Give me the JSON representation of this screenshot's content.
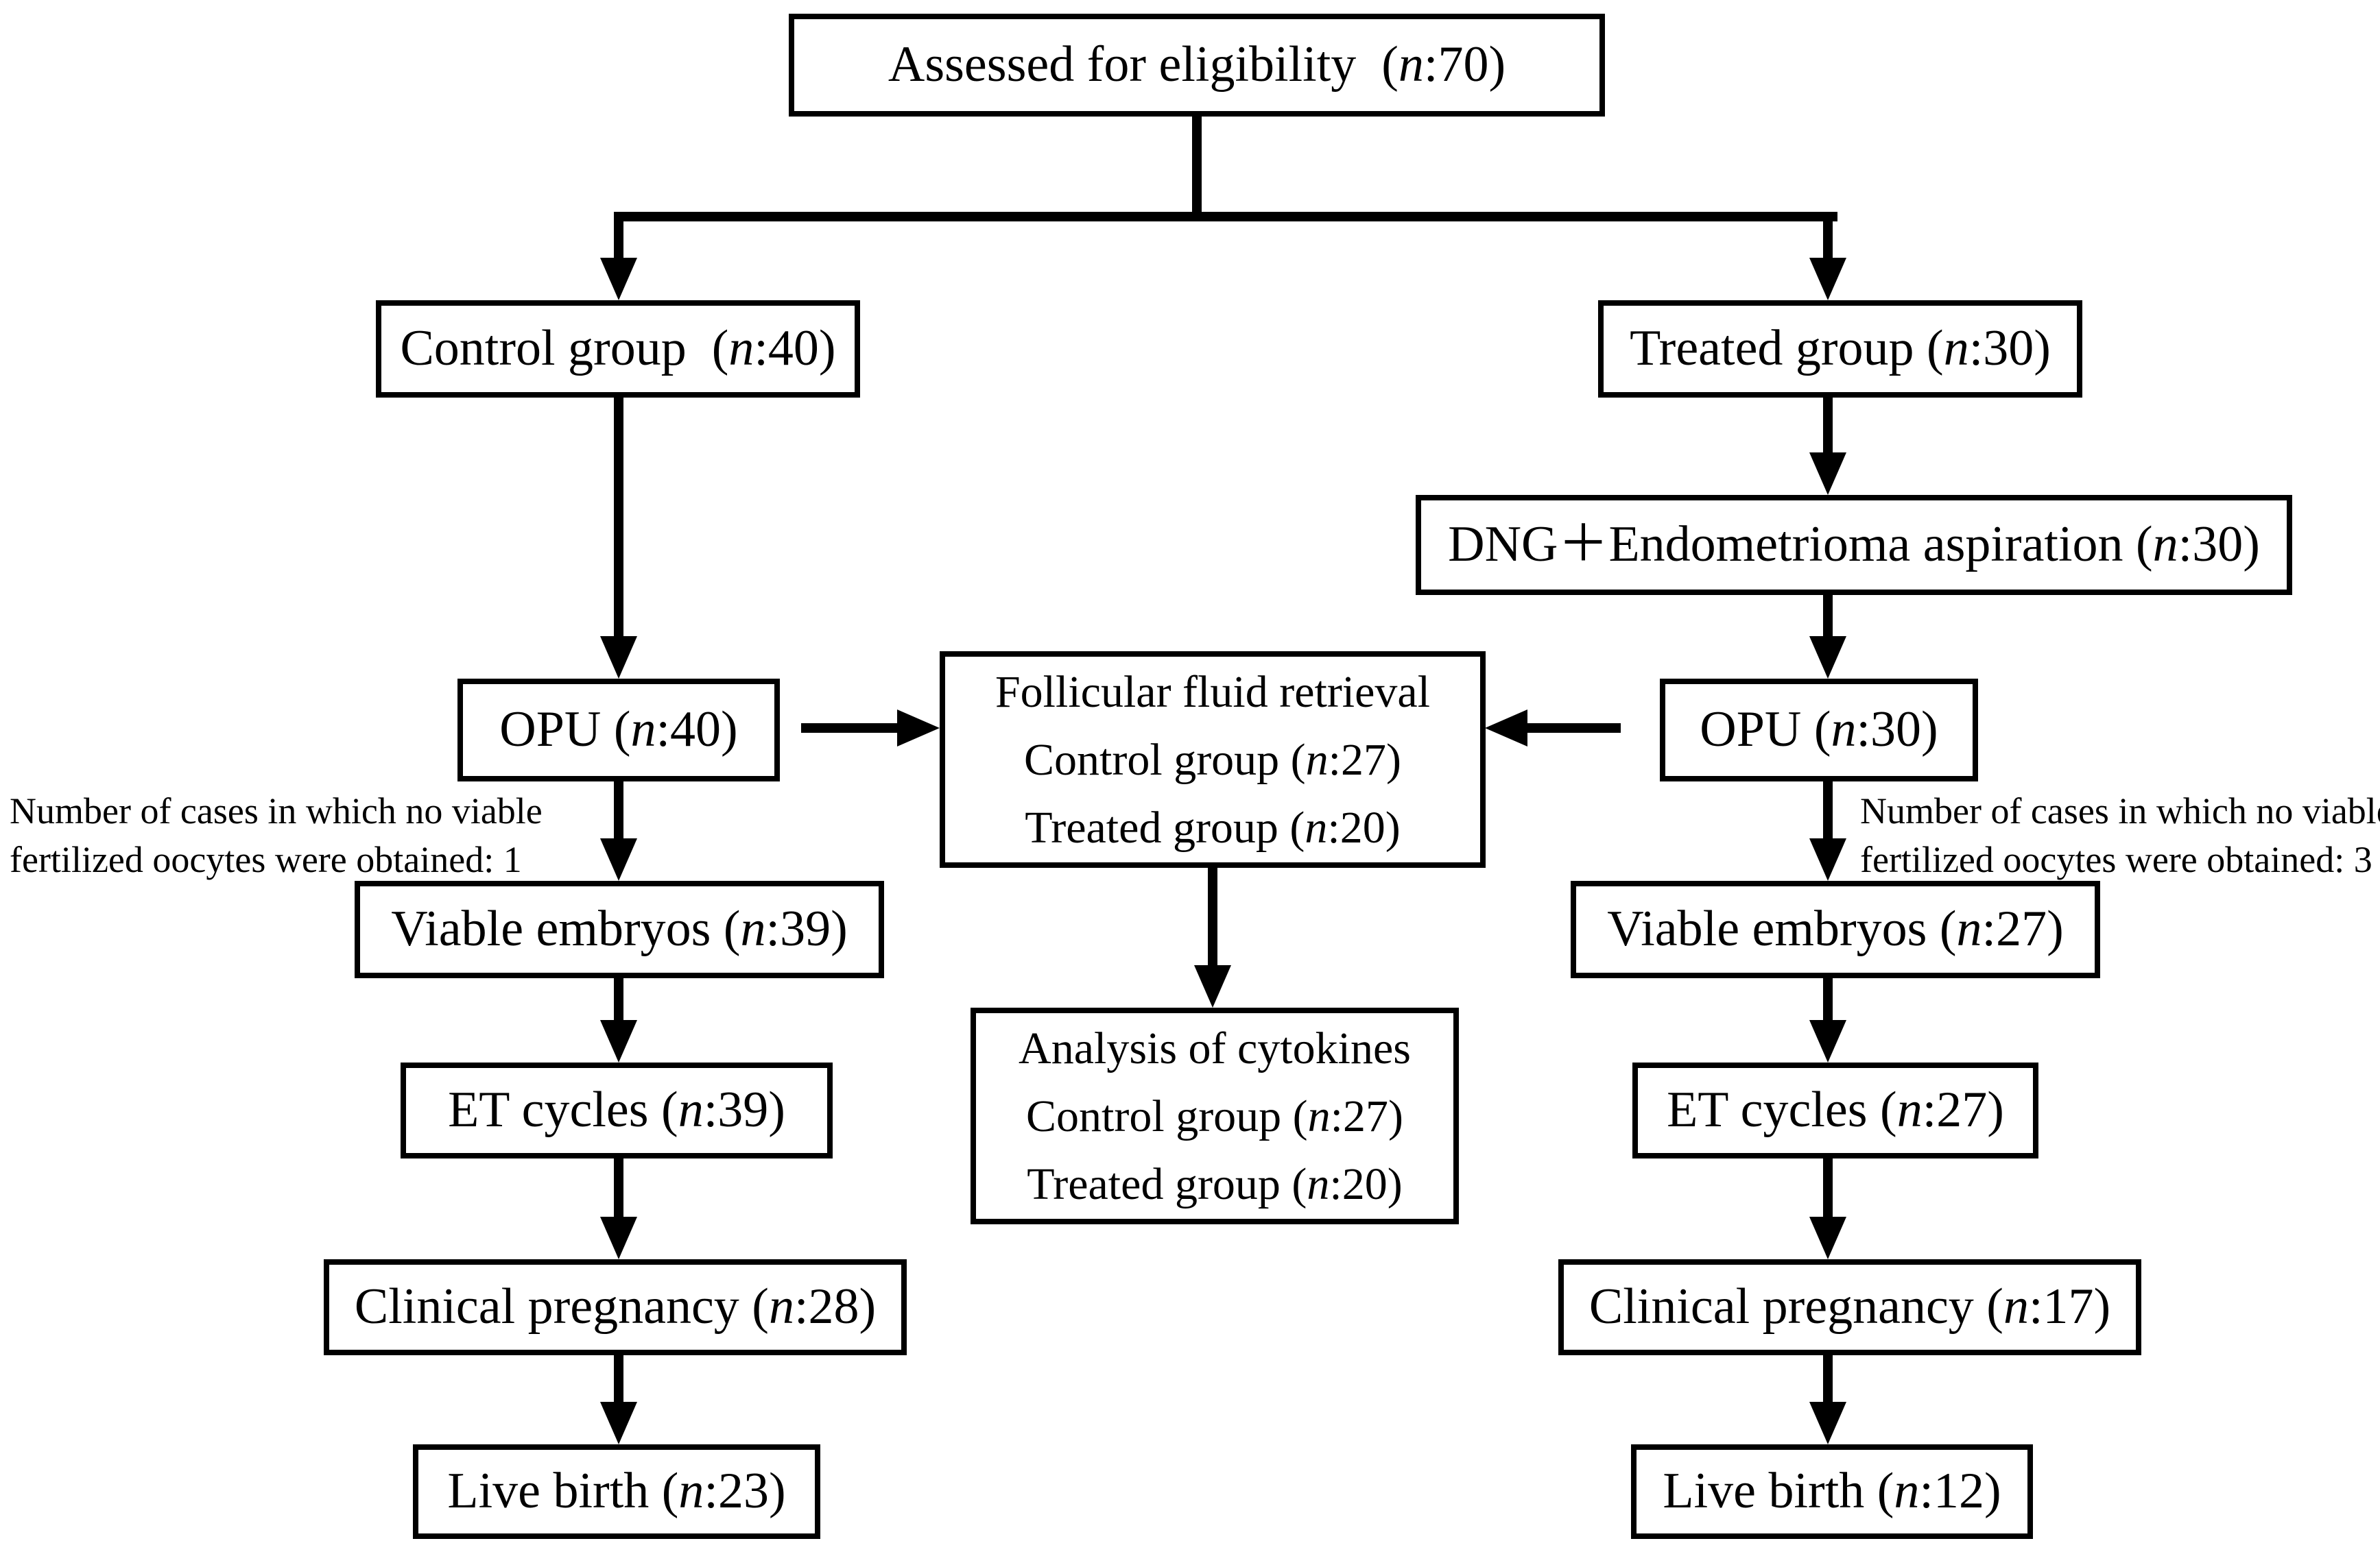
{
  "boxes": {
    "assessed": {
      "label": "Assessed for eligibility  (n:70)"
    },
    "control": {
      "label": "Control group  (n:40)"
    },
    "treated": {
      "label": "Treated group (n:30)"
    },
    "dng": {
      "label": "DNG＋Endometrioma aspiration (n:30)"
    },
    "opu_left": {
      "label": "OPU (n:40)"
    },
    "opu_right": {
      "label": "OPU (n:30)"
    },
    "follicular": {
      "lines": [
        "Follicular fluid retrieval",
        "Control group (n:27)",
        "Treated group (n:20)"
      ]
    },
    "analysis": {
      "lines": [
        "Analysis of cytokines",
        "Control group (n:27)",
        "Treated group (n:20)"
      ]
    },
    "viable_left": {
      "label": "Viable embryos (n:39)"
    },
    "viable_right": {
      "label": "Viable embryos (n:27)"
    },
    "et_left": {
      "label": "ET cycles (n:39)"
    },
    "et_right": {
      "label": "ET cycles (n:27)"
    },
    "clinical_left": {
      "label": "Clinical pregnancy (n:28)"
    },
    "clinical_right": {
      "label": "Clinical pregnancy (n:17)"
    },
    "live_left": {
      "label": "Live birth (n:23)"
    },
    "live_right": {
      "label": "Live birth (n:12)"
    }
  },
  "annotations": {
    "left": {
      "line1": "Number of cases in which no viable",
      "line2": "fertilized oocytes were obtained: 1"
    },
    "right": {
      "line1": "Number of cases in which no viable",
      "line2": "fertilized oocytes were obtained: 3"
    }
  },
  "colors": {
    "line": "#000000",
    "background": "#ffffff",
    "box_fill": "#ffffff"
  }
}
